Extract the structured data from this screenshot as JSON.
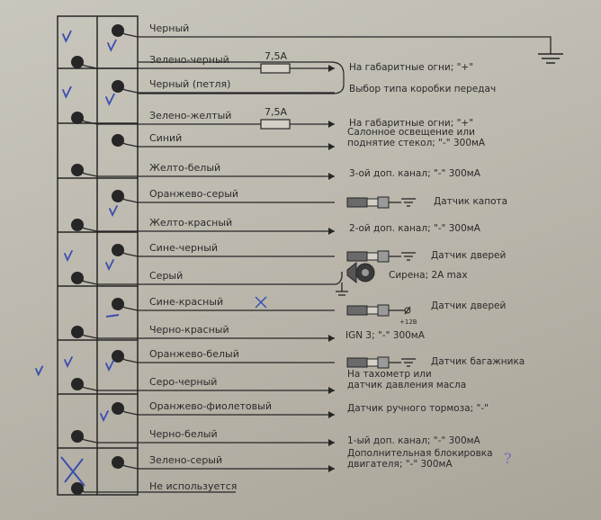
{
  "wires": [
    {
      "label": "Черный",
      "dest": ""
    },
    {
      "label": "Зелено-черный",
      "dest": "На габаритные огни; \"+\""
    },
    {
      "label": "Черный (петля)",
      "dest": "Выбор типа коробки передач"
    },
    {
      "label": "Зелено-желтый",
      "dest": "На габаритные огни; \"+\""
    },
    {
      "label": "Синий",
      "dest": "Салонное освещение или\nподнятие стекол; \"-\" 300мА"
    },
    {
      "label": "Желто-белый",
      "dest": "3-ой доп. канал; \"-\" 300мА"
    },
    {
      "label": "Оранжево-серый",
      "dest": "Датчик капота"
    },
    {
      "label": "Желто-красный",
      "dest": "2-ой доп. канал; \"-\" 300мА"
    },
    {
      "label": "Сине-черный",
      "dest": "Датчик дверей"
    },
    {
      "label": "Серый",
      "dest": "Сирена; 2A max"
    },
    {
      "label": "Сине-красный",
      "dest": "Датчик дверей"
    },
    {
      "label": "Черно-красный",
      "dest": "IGN 3; \"-\" 300мА"
    },
    {
      "label": "Оранжево-белый",
      "dest": "Датчик багажника"
    },
    {
      "label": "Серо-черный",
      "dest": "На тахометр или\nдатчик давления масла"
    },
    {
      "label": "Оранжево-фиолетовый",
      "dest": "Датчик ручного тормоза; \"-\""
    },
    {
      "label": "Черно-белый",
      "dest": "1-ый доп. канал; \"-\" 300мА"
    },
    {
      "label": "Зелено-серый",
      "dest": "Дополнительная блокировка\nдвигателя; \"-\" 300мА"
    },
    {
      "label": "Не используется",
      "dest": ""
    }
  ],
  "fuse_rating": "7,5A",
  "sensor_voltage": "+12В",
  "question_mark": "?",
  "colors": {
    "ink": "#262626",
    "pen": "#3b4fb0"
  }
}
